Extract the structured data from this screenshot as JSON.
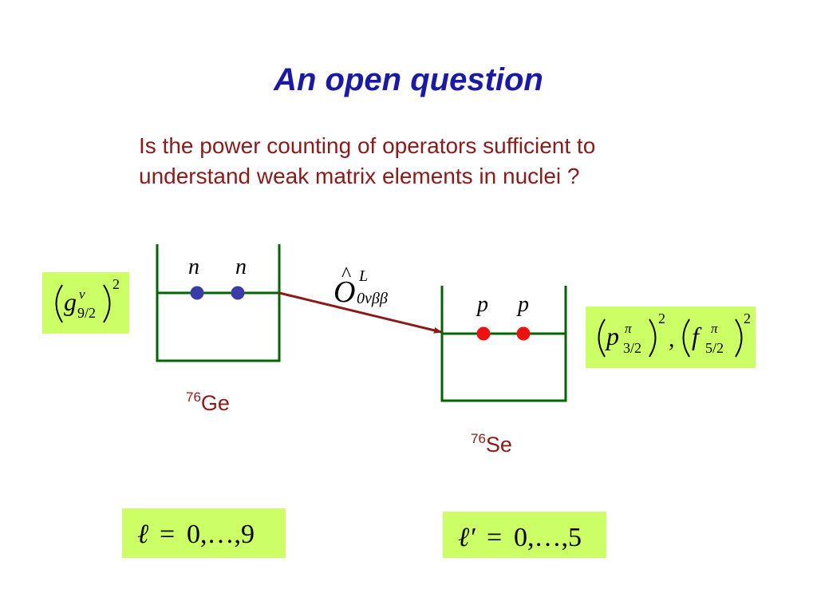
{
  "title": "An open question",
  "question": {
    "line1": "Is the power counting of operators sufficient to",
    "line2": "understand weak matrix elements in nuclei ?"
  },
  "ge": {
    "mass": "76",
    "symbol": "Ge",
    "particle": "n"
  },
  "se": {
    "mass": "76",
    "symbol": "Se",
    "particle": "p"
  },
  "operator": {
    "base": "O",
    "hat": "^",
    "sup": "L",
    "sub": "0νββ"
  },
  "left_formula": {
    "var": "g",
    "sup": "ν",
    "sub": "9/2",
    "power": "2"
  },
  "right_formula": {
    "var1": "p",
    "sup1": "π",
    "sub1": "3/2",
    "power1": "2",
    "sep": ",",
    "var2": "f",
    "sup2": "π",
    "sub2": "5/2",
    "power2": "2"
  },
  "ell_left": {
    "symbol": "ℓ",
    "eq": "=",
    "range": "0,…,9"
  },
  "ell_right": {
    "symbol": "ℓ′",
    "eq": "=",
    "range": "0,…,5"
  },
  "colors": {
    "title": "#1a1aa6",
    "question": "#8b1a1a",
    "well": "#006400",
    "neutron": "#3a3aa8",
    "proton": "#ee1111",
    "arrow": "#8b1a1a",
    "box": "#ccff66"
  }
}
